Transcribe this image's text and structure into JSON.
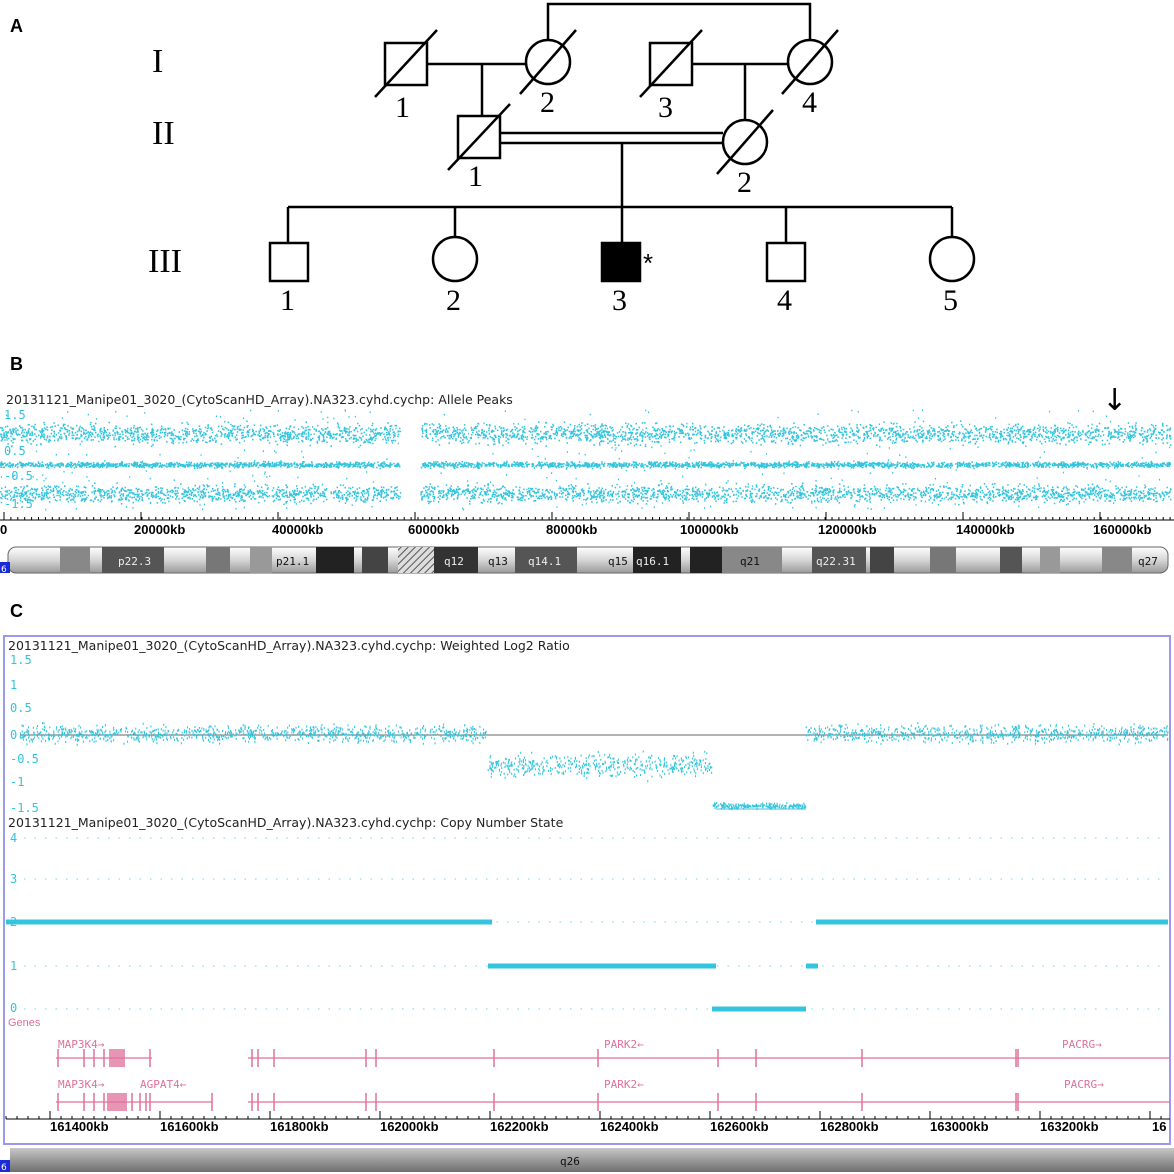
{
  "panels": {
    "a": "A",
    "b": "B",
    "c": "C"
  },
  "pedigree": {
    "generations": [
      "I",
      "II",
      "III"
    ],
    "gen1": [
      {
        "num": "1",
        "sex": "male",
        "deceased": true
      },
      {
        "num": "2",
        "sex": "female",
        "deceased": true
      },
      {
        "num": "3",
        "sex": "male",
        "deceased": true
      },
      {
        "num": "4",
        "sex": "female",
        "deceased": true
      }
    ],
    "gen2": [
      {
        "num": "1",
        "sex": "male",
        "deceased": true
      },
      {
        "num": "2",
        "sex": "female",
        "deceased": true
      }
    ],
    "gen3": [
      {
        "num": "1",
        "sex": "male",
        "affected": false
      },
      {
        "num": "2",
        "sex": "female",
        "affected": false
      },
      {
        "num": "3",
        "sex": "male",
        "affected": true,
        "proband": true
      },
      {
        "num": "4",
        "sex": "male",
        "affected": false
      },
      {
        "num": "5",
        "sex": "female",
        "affected": false
      }
    ],
    "proband_mark": "*",
    "consanguineous": true
  },
  "panel_b": {
    "track_title": "20131121_Manipe01_3020_(CytoScanHD_Array).NA323.cyhd.cychp: Allele Peaks",
    "y_labels": [
      "1.5",
      "0.5",
      "-0.5",
      "-1.5"
    ],
    "x_ticks": [
      "0",
      "20000kb",
      "40000kb",
      "60000kb",
      "80000kb",
      "100000kb",
      "120000kb",
      "140000kb",
      "160000kb"
    ],
    "chromosome_number": "6",
    "bands": [
      "p22.3",
      "p21.1",
      "q12",
      "q13",
      "q14.1",
      "q15",
      "q16.1",
      "q21",
      "q22.31",
      "q27"
    ],
    "arrow": "↓",
    "dot_color": "#33c5dd"
  },
  "panel_c": {
    "log2_title": "20131121_Manipe01_3020_(CytoScanHD_Array).NA323.cyhd.cychp: Weighted Log2 Ratio",
    "log2_labels": [
      "1.5",
      "1",
      "0.5",
      "0",
      "-0.5",
      "-1",
      "-1.5"
    ],
    "cn_title": "20131121_Manipe01_3020_(CytoScanHD_Array).NA323.cyhd.cychp: Copy Number State",
    "cn_labels": [
      "4",
      "3",
      "2",
      "1",
      "0"
    ],
    "genes_header": "Genes",
    "genes_row1": [
      "MAP3K4→",
      "PARK2←",
      "PACRG→"
    ],
    "genes_row2": [
      "MAP3K4→",
      "AGPAT4←",
      "PARK2←",
      "PACRG→"
    ],
    "x_ticks": [
      "161400kb",
      "161600kb",
      "161800kb",
      "162000kb",
      "162200kb",
      "162400kb",
      "162600kb",
      "162800kb",
      "163000kb",
      "163200kb",
      "16"
    ],
    "chromosome_number": "6",
    "band": "q26",
    "frame_color": "#9999ee",
    "gene_color": "#e0709a"
  }
}
